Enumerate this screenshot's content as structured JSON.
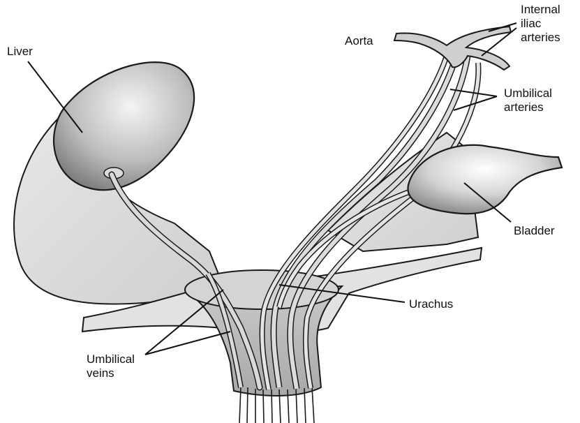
{
  "labels": {
    "liver": "Liver",
    "aorta": "Aorta",
    "internal_iliac": [
      "Internal",
      "iliac",
      "arteries"
    ],
    "umbilical_arteries": [
      "Umbilical",
      "arteries"
    ],
    "bladder": "Bladder",
    "urachus": "Urachus",
    "umbilical_veins": [
      "Umbilical",
      "veins"
    ]
  }
}
